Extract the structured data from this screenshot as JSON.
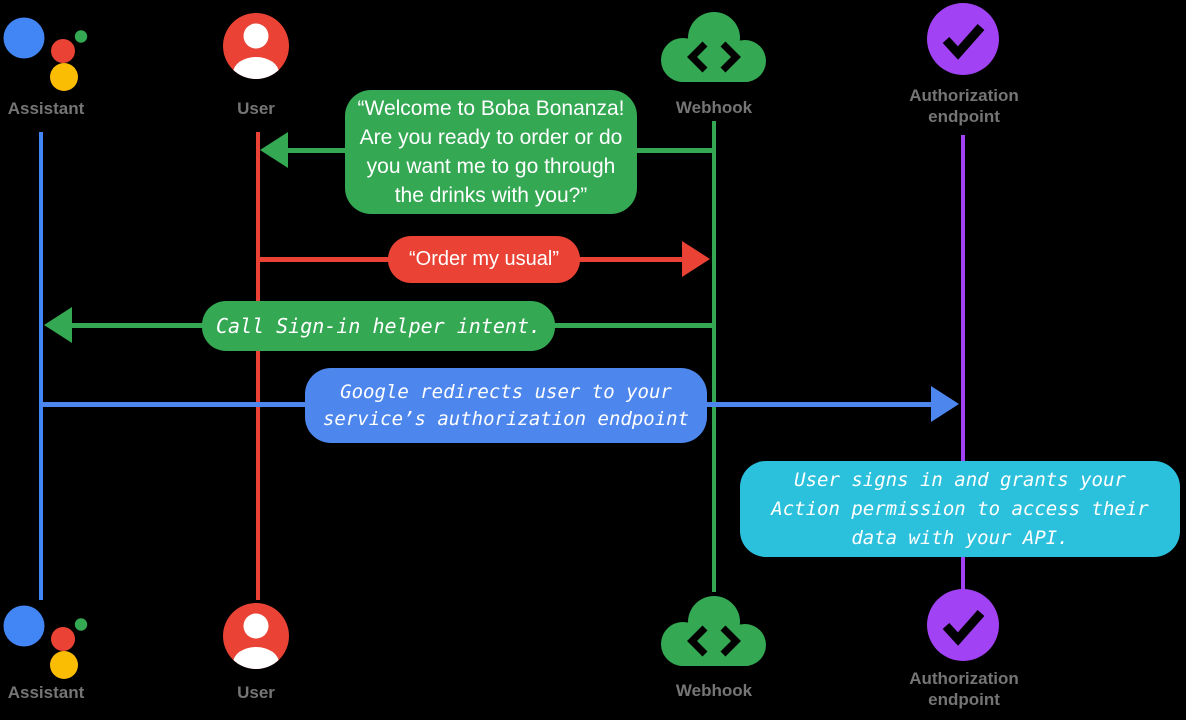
{
  "lanes": {
    "assistant": {
      "label": "Assistant"
    },
    "user": {
      "label": "User"
    },
    "webhook": {
      "label": "Webhook"
    },
    "authorization": {
      "label": "Authorization\nendpoint"
    }
  },
  "messages": {
    "welcome": {
      "from": "webhook",
      "to": "user",
      "text": "“Welcome to Boba Bonanza!\nAre you ready to order or do\nyou want me to go through\nthe drinks with you?”"
    },
    "order": {
      "from": "user",
      "to": "webhook",
      "text": "“Order my usual”"
    },
    "signin": {
      "from": "webhook",
      "to": "assistant",
      "text": "Call Sign-in helper intent."
    },
    "redirect": {
      "from": "assistant",
      "to": "authorization",
      "text": "Google redirects user to your\nservice’s authorization endpoint"
    },
    "grants": {
      "from": "authorization",
      "to": "authorization",
      "text": "User signs in and grants your\nAction permission to access their\ndata with your API."
    }
  },
  "colors": {
    "background": "#000000",
    "assistant_blue": "#4285F4",
    "blue_msg": "#4D86EC",
    "green": "#34A853",
    "red": "#EA4335",
    "cyan": "#2BC0DC",
    "purple": "#A142F4",
    "yellow": "#FBBC04",
    "label_gray": "#757575",
    "bubble_text": "#FFFFFF"
  }
}
